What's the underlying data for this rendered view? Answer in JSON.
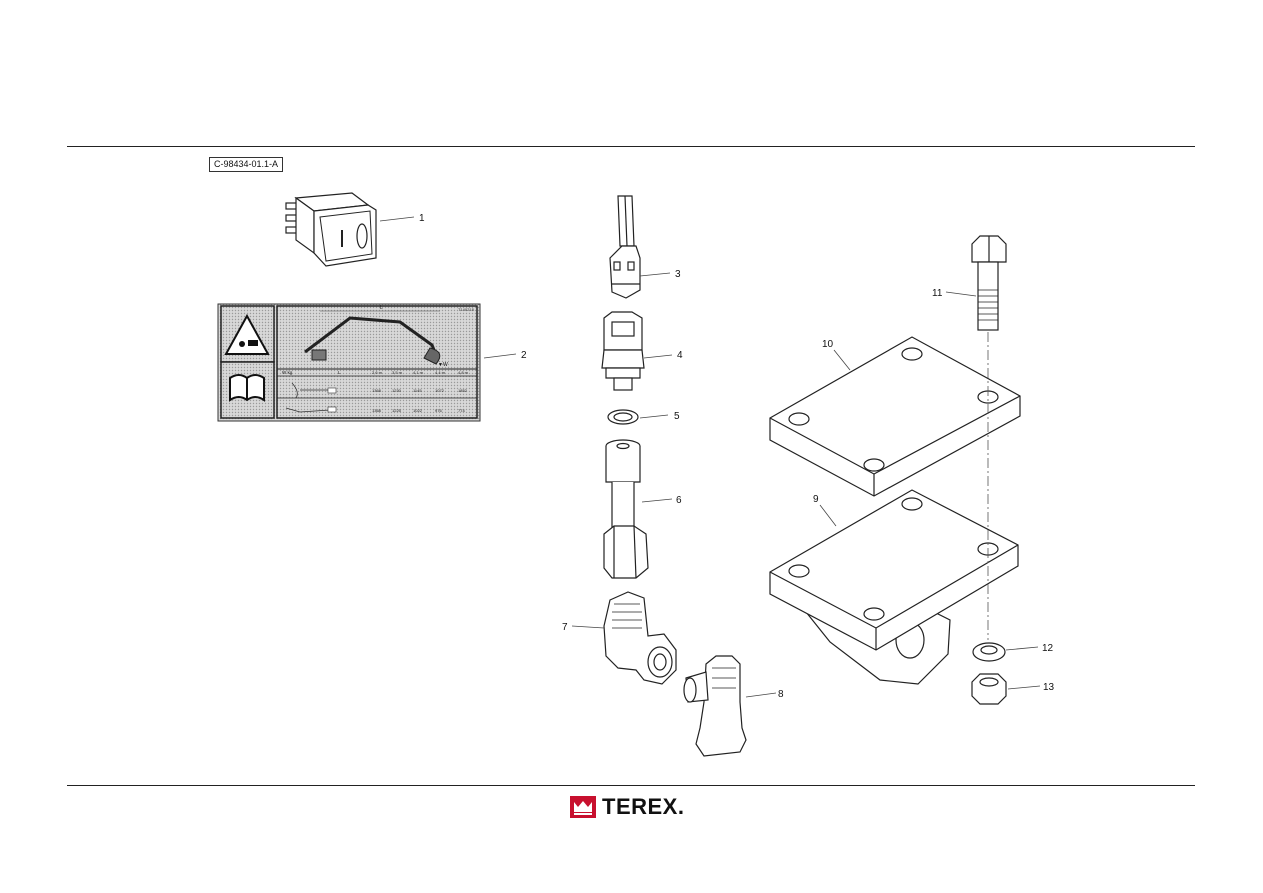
{
  "document": {
    "reference_code": "C-98434-01.1-A",
    "brand": "TEREX.",
    "brand_color": "#c8102e",
    "decal_labels": {
      "top_code": "T140218",
      "length_label": "L",
      "weight_label": "▼W",
      "table_header_w": "W kg",
      "table_header_l": "L",
      "distances": [
        "2,6 m",
        "3,5 m",
        "4,1 m",
        "4,4 m",
        "4,8 m"
      ],
      "row1": [
        "1368",
        "1230",
        "1145",
        "1072",
        "1852"
      ],
      "row2": [
        "1368",
        "1225",
        "1022",
        "976",
        "774"
      ]
    },
    "callouts": [
      "1",
      "2",
      "3",
      "4",
      "5",
      "6",
      "7",
      "8",
      "9",
      "10",
      "11",
      "12",
      "13"
    ]
  }
}
